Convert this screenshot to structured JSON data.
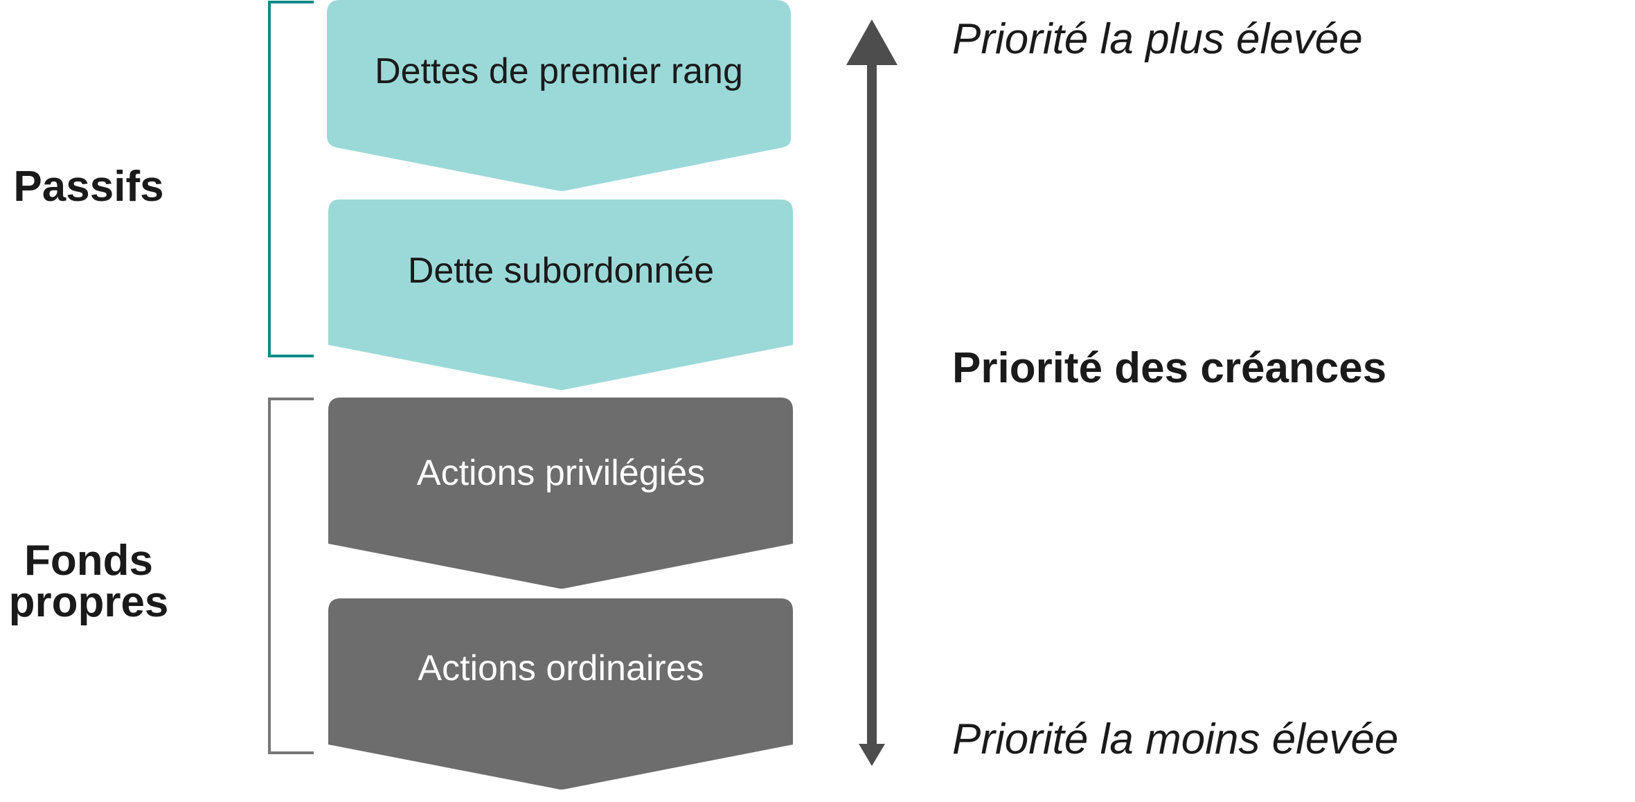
{
  "groups": {
    "liabilities": {
      "label": "Passifs",
      "bracket_color": "#0e8a86"
    },
    "equity": {
      "label_line1": "Fonds",
      "label_line2": "propres",
      "bracket_color": "#777777"
    }
  },
  "blocks": [
    {
      "label": "Dettes de premier rang",
      "fill": "#9bd9d8",
      "text_color": "#1a1a1a"
    },
    {
      "label": "Dette subordonnée",
      "fill": "#9bd9d8",
      "text_color": "#1a1a1a"
    },
    {
      "label": "Actions privilégiés",
      "fill": "#6d6d6d",
      "text_color": "#ffffff"
    },
    {
      "label": "Actions ordinaires",
      "fill": "#6d6d6d",
      "text_color": "#ffffff"
    }
  ],
  "axis": {
    "top_label": "Priorité la plus élevée",
    "middle_label": "Priorité des créances",
    "bottom_label": "Priorité la moins élevée",
    "arrow_color": "#4d4d4d"
  }
}
